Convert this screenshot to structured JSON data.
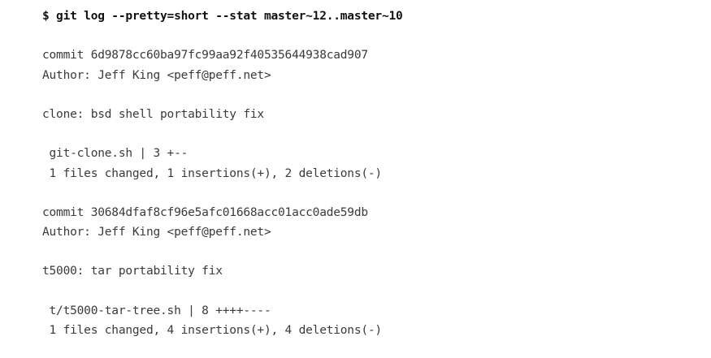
{
  "command": "$ git log --pretty=short --stat master~12..master~10",
  "output_lines": [
    "",
    "commit 6d9878cc60ba97fc99aa92f40535644938cad907",
    "Author: Jeff King <peff@peff.net>",
    "",
    "clone: bsd shell portability fix",
    "",
    " git-clone.sh | 3 +--",
    " 1 files changed, 1 insertions(+), 2 deletions(-)",
    "",
    "commit 30684dfaf8cf96e5afc01668acc01acc0ade59db",
    "Author: Jeff King <peff@peff.net>",
    "",
    "t5000: tar portability fix",
    "",
    " t/t5000-tar-tree.sh | 8 ++++----",
    " 1 files changed, 4 insertions(+), 4 deletions(-)"
  ]
}
